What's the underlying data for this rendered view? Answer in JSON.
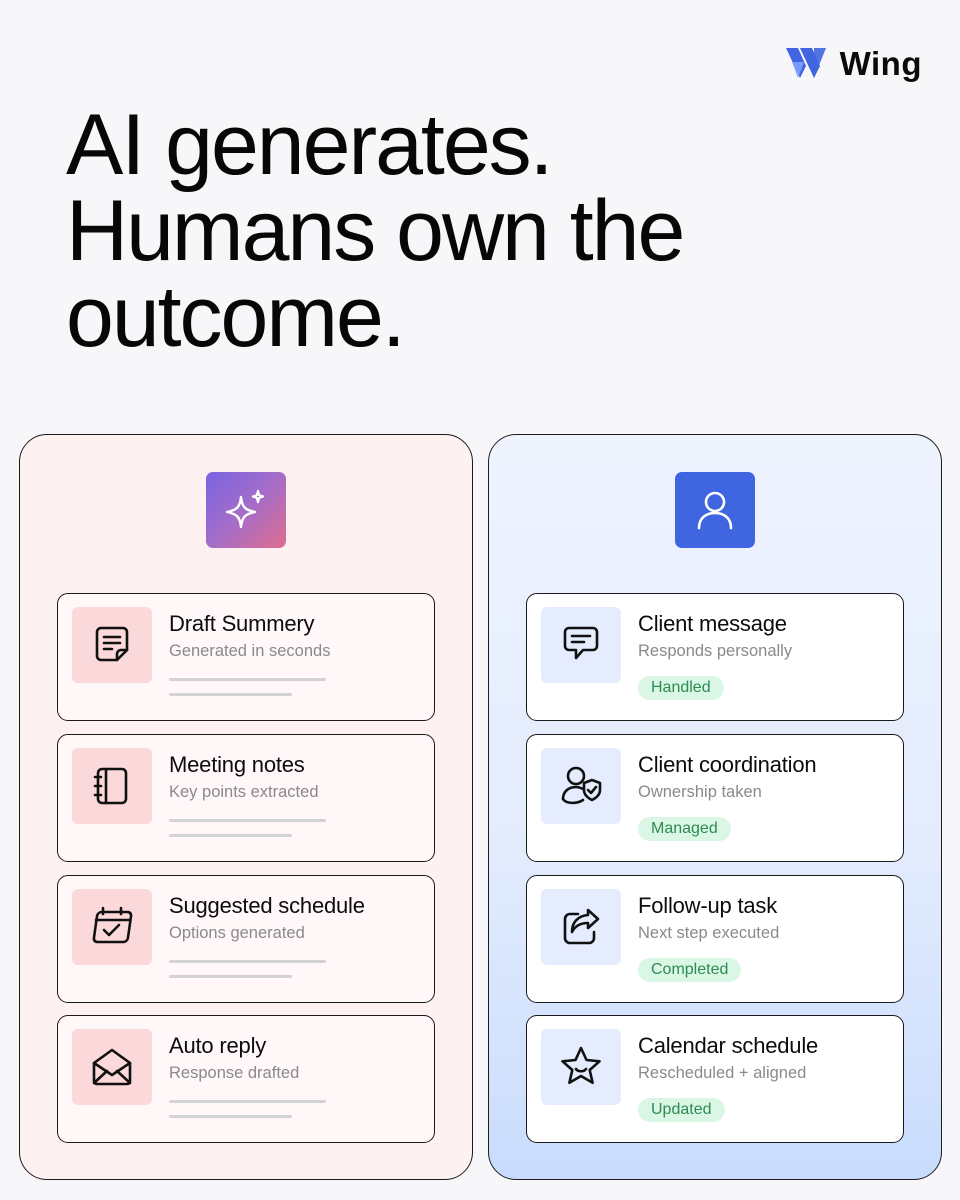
{
  "brand": {
    "name": "Wing",
    "logo_icon": "wing-logo-icon",
    "accent": "#3f65e0"
  },
  "headline": [
    "AI generates.",
    "Humans own the",
    "outcome."
  ],
  "ai_panel": {
    "icon": "sparkles-icon",
    "cards": [
      {
        "icon": "note-icon",
        "title": "Draft Summery",
        "subtitle": "Generated in seconds"
      },
      {
        "icon": "notebook-icon",
        "title": "Meeting notes",
        "subtitle": "Key points extracted"
      },
      {
        "icon": "calendar-check-icon",
        "title": "Suggested schedule",
        "subtitle": "Options generated"
      },
      {
        "icon": "mail-open-icon",
        "title": "Auto reply",
        "subtitle": "Response drafted"
      }
    ]
  },
  "human_panel": {
    "icon": "user-icon",
    "cards": [
      {
        "icon": "chat-icon",
        "title": "Client message",
        "subtitle": "Responds personally",
        "badge": "Handled"
      },
      {
        "icon": "user-check-icon",
        "title": "Client coordination",
        "subtitle": "Ownership taken",
        "badge": "Managed"
      },
      {
        "icon": "share-arrow-icon",
        "title": "Follow-up task",
        "subtitle": "Next step executed",
        "badge": "Completed"
      },
      {
        "icon": "star-icon",
        "title": "Calendar schedule",
        "subtitle": "Rescheduled + aligned",
        "badge": "Updated"
      }
    ]
  }
}
